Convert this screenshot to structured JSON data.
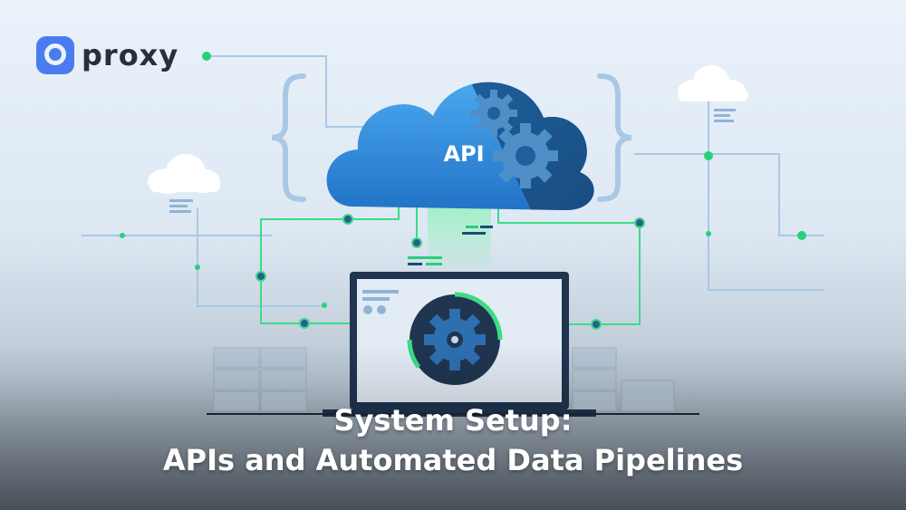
{
  "brand": {
    "name": "proxy",
    "logo_icon": "proxy-logo-icon",
    "accent": "#4a7cf0"
  },
  "illustration": {
    "cloud_label": "API",
    "icons": [
      "cloud-icon",
      "gear-icon",
      "curly-brace-icon",
      "laptop-icon",
      "server-icon"
    ],
    "colors": {
      "cloud": "#2e86de",
      "connector": "#3ddc84",
      "laptop_screen": "#e3ecf5",
      "gear": "#2a5f95"
    }
  },
  "headline": {
    "line1": "System Setup:",
    "line2": "APIs and Automated Data Pipelines"
  }
}
